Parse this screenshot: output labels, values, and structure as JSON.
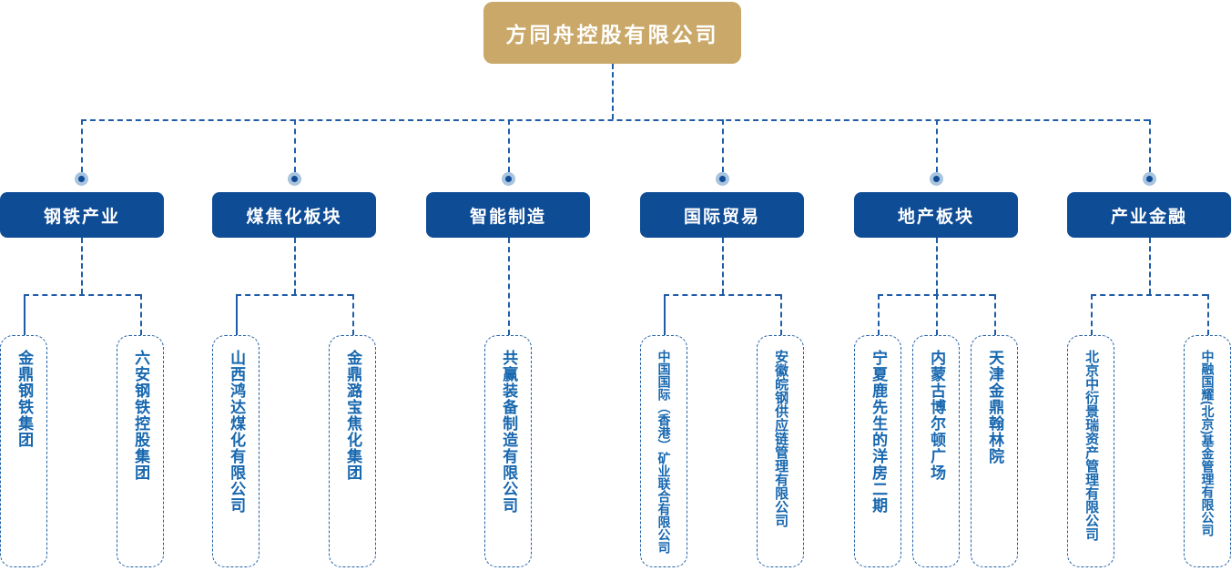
{
  "root": {
    "name": "方同舟控股有限公司"
  },
  "colors": {
    "root_fill": "#C9A869",
    "sector_fill": "#0E4C96",
    "connector_line": "#1E5CA8",
    "company_text": "#1767AF",
    "company_border": "#2060A8",
    "dot_inner": "#0E4C96",
    "dot_halo": "#A9C4DF",
    "node_text": "#FFFFFF"
  },
  "groups": [
    {
      "label": "钢铁产业",
      "children": [
        {
          "name": "金鼎钢铁集团"
        },
        {
          "name": "六安钢铁控股集团"
        }
      ]
    },
    {
      "label": "煤焦化板块",
      "children": [
        {
          "name": "山西鸿达煤化有限公司"
        },
        {
          "name": "金鼎潞宝焦化集团"
        }
      ]
    },
    {
      "label": "智能制造",
      "children": [
        {
          "name": "共赢装备制造有限公司"
        }
      ]
    },
    {
      "label": "国际贸易",
      "children": [
        {
          "name": "中国国际（香港）矿业联合有限公司"
        },
        {
          "name": "安徽皖钢供应链管理有限公司"
        }
      ]
    },
    {
      "label": "地产板块",
      "children": [
        {
          "name": "宁夏鹿先生的洋房二期"
        },
        {
          "name": "内蒙古博尔顿广场"
        },
        {
          "name": "天津金鼎翰林院"
        }
      ]
    },
    {
      "label": "产业金融",
      "children": [
        {
          "name": "北京中衍景瑞资产管理有限公司"
        },
        {
          "name": "中融国耀(北京)基金管理有限公司"
        }
      ]
    }
  ]
}
